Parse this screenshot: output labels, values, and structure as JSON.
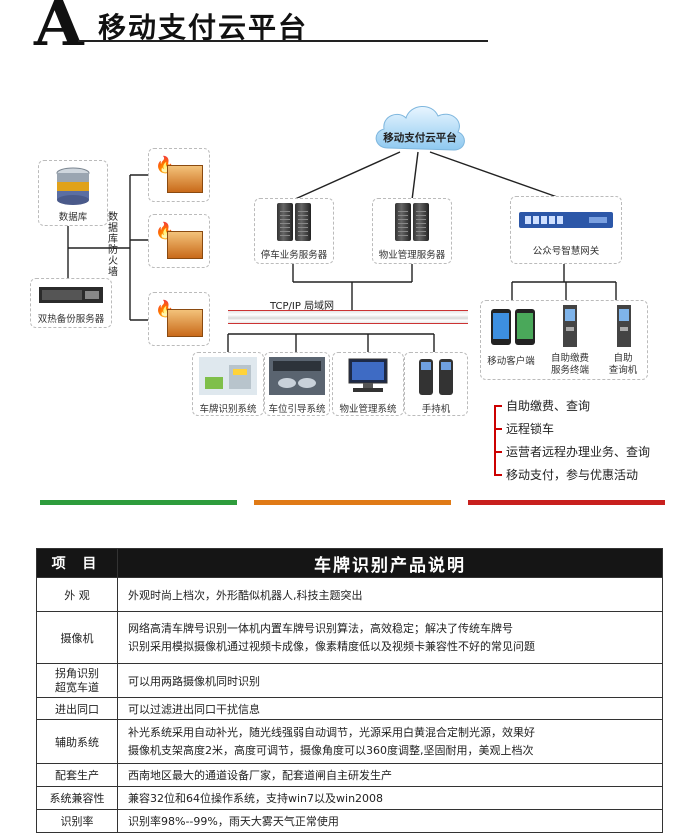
{
  "header": {
    "letter": "A",
    "title": "移动支付云平台"
  },
  "diagram": {
    "cloud": "移动支付云平台",
    "database": "数据库",
    "backup_server": "双热备份服务器",
    "firewall_label": "数据库防火墙",
    "parking_server": "停车业务服务器",
    "property_server": "物业管理服务器",
    "gateway": "公众号智慧网关",
    "network": "TCP/IP 局域网",
    "subsystems": [
      "车牌识别系统",
      "车位引导系统",
      "物业管理系统",
      "手持机"
    ],
    "terminals": [
      "移动客户端",
      "自助缴费服务终端",
      "自助查询机"
    ],
    "terminal_lines": [
      [
        "移动客户端"
      ],
      [
        "自助缴费",
        "服务终端"
      ],
      [
        "自助",
        "查询机"
      ]
    ],
    "features": [
      "自助缴费、查询",
      "远程锁车",
      "运营者远程办理业务、查询",
      "移动支付，参与优惠活动"
    ],
    "strip_colors": [
      "#2e9c3c",
      "#e07a16",
      "#c8201e"
    ]
  },
  "table": {
    "head_key": "项 目",
    "head_title": "车牌识别产品说明",
    "rows": [
      {
        "key": "外  观",
        "value": "外观时尚上档次，外形酷似机器人,科技主题突出"
      },
      {
        "key": "摄像机",
        "value_lines": [
          "网络高清车牌号识别一体机内置车牌号识别算法，高效稳定；解决了传统车牌号",
          "识别采用模拟摄像机通过视频卡成像，像素精度低以及视频卡兼容性不好的常见问题"
        ]
      },
      {
        "key_lines": [
          "拐角识别",
          "超宽车道"
        ],
        "value": "可以用两路摄像机同时识别"
      },
      {
        "key": "进出同口",
        "value": "可以过滤进出同口干扰信息"
      },
      {
        "key": "辅助系统",
        "value_lines": [
          "补光系统采用自动补光，随光线强弱自动调节，光源采用白黄混合定制光源，效果好",
          "摄像机支架高度2米，高度可调节，摄像角度可以360度调整,坚固耐用，美观上档次"
        ]
      },
      {
        "key": "配套生产",
        "value": "西南地区最大的通道设备厂家，配套道闸自主研发生产"
      },
      {
        "key": "系统兼容性",
        "value": "兼容32位和64位操作系统，支持win7以及win2008"
      },
      {
        "key": "识别率",
        "value": "识别率98%--99%，雨天大雾天气正常使用"
      }
    ]
  }
}
